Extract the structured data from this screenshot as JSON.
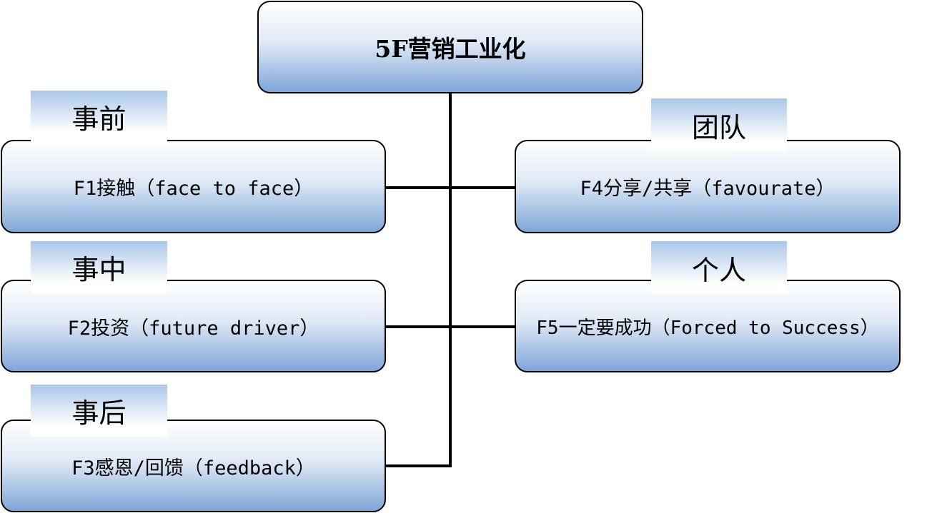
{
  "root": {
    "title": "5F营销工业化"
  },
  "left": [
    {
      "tag": "事前",
      "label": "F1接触（face to face）"
    },
    {
      "tag": "事中",
      "label": "F2投资（future driver）"
    },
    {
      "tag": "事后",
      "label": "F3感恩/回馈（feedback）"
    }
  ],
  "right": [
    {
      "tag": "团队",
      "label": "F4分享/共享（favourate）"
    },
    {
      "tag": "个人",
      "label": "F5一定要成功（Forced to Success）"
    }
  ],
  "colors": {
    "box_gradient_top": "#ffffff",
    "box_gradient_bottom": "#7fa6d8",
    "tag_gradient_top": "#a9c6ea",
    "line": "#000000"
  }
}
